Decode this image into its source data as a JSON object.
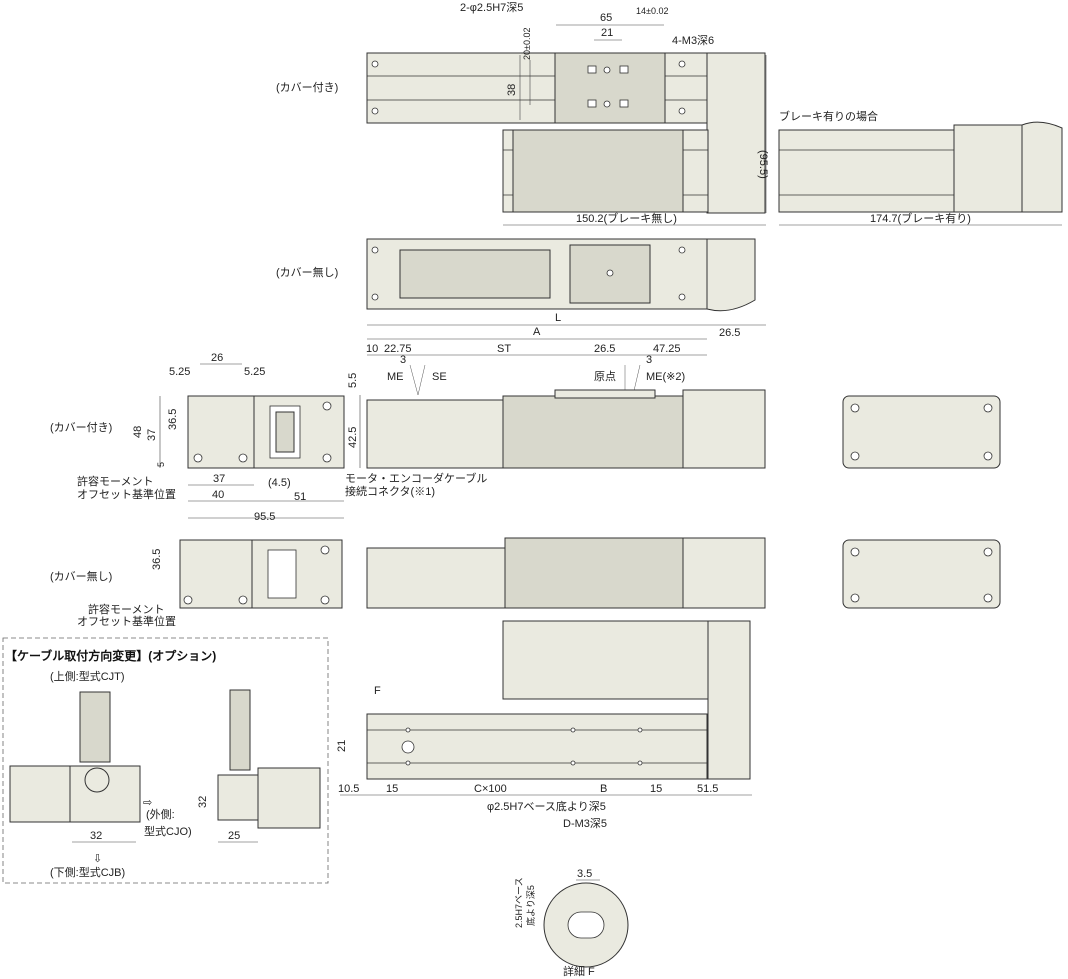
{
  "views": {
    "cover_top": "(カバー付き)",
    "cover_none_top": "(カバー無し)",
    "cover_front": "(カバー付き)",
    "cover_none_front": "(カバー無し)",
    "brake_case": "ブレーキ有りの場合"
  },
  "dims": {
    "pin_hole": "2-φ2.5H7深5",
    "d65": "65",
    "d14": "14±0.02",
    "d21": "21",
    "d20": "20±0.02",
    "m3_4": "4-M3深6",
    "d38": "38",
    "d95_5v": "(95.5)",
    "d150_2": "150.2(ブレーキ無し)",
    "d174_7": "174.7(ブレーキ有り)",
    "L": "L",
    "A": "A",
    "d26_5": "26.5",
    "d10": "10",
    "d22_75": "22.75",
    "ST": "ST",
    "d26_5b": "26.5",
    "d47_25": "47.25",
    "d3a": "3",
    "d3b": "3",
    "ME1": "ME",
    "SE": "SE",
    "origin": "原点",
    "ME2": "ME(※2)",
    "d5_5": "5.5",
    "d42_5": "42.5",
    "d26": "26",
    "d5_25a": "5.25",
    "d5_25b": "5.25",
    "d48": "48",
    "d37v": "37",
    "d36_5": "36.5",
    "d5": "5",
    "d37h": "37",
    "d40": "40",
    "d4_5": "(4.5)",
    "d51": "51",
    "d95_5h": "95.5",
    "offset1": "許容モーメント",
    "offset2": "オフセット基準位置",
    "motor1": "モータ・エンコーダケーブル",
    "motor2": "接続コネクタ(※1)",
    "d36_5b": "36.5",
    "offsetb1": "許容モーメント",
    "offsetb2": "オフセット基準位置",
    "F": "F",
    "d21b": "21",
    "d10_5": "10.5",
    "d15a": "15",
    "Cx100": "C×100",
    "B": "B",
    "d15b": "15",
    "d51_5": "51.5",
    "pin_base": "φ2.5H7ベース底より深5",
    "dm3": "D-M3深5",
    "detail_pin1": "2.5H7ベース",
    "detail_pin2": "底より深5",
    "d3_5": "3.5",
    "detail_F": "詳細 F"
  },
  "option": {
    "title": "【ケーブル取付方向変更】(オプション)",
    "upper": "(上側:型式CJT)",
    "outer1": "(外側:",
    "outer2": "型式CJO)",
    "lower": "(下側:型式CJB)",
    "d32a": "32",
    "d32b": "32",
    "d25": "25",
    "arrow_r": "⇨",
    "arrow_d": "⇩"
  }
}
